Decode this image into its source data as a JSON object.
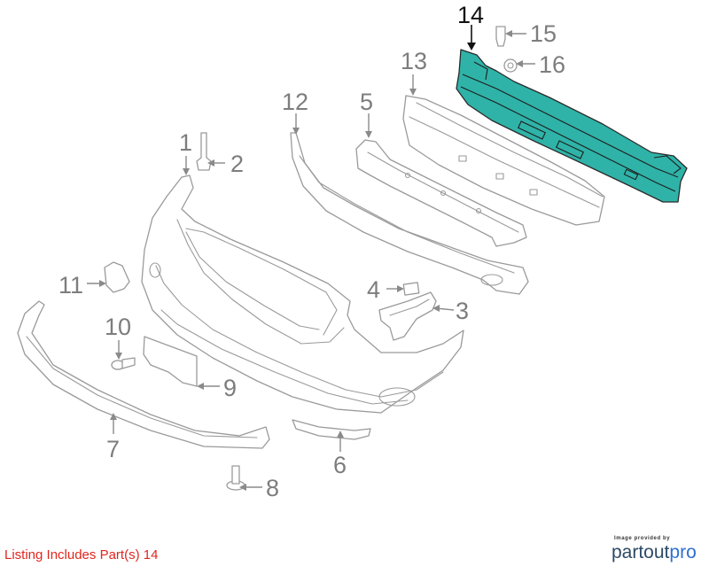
{
  "callouts": {
    "c1": "1",
    "c2": "2",
    "c3": "3",
    "c4": "4",
    "c5": "5",
    "c6": "6",
    "c7": "7",
    "c8": "8",
    "c9": "9",
    "c10": "10",
    "c11": "11",
    "c12": "12",
    "c13": "13",
    "c14": "14",
    "c15": "15",
    "c16": "16"
  },
  "highlighted_part": "14",
  "colors": {
    "highlight": "#2fb3a8",
    "listing_text": "#e0261d",
    "line_art": "#9a9a9a"
  },
  "footer": {
    "listing": "Listing Includes Part(s) 14",
    "credit_small": "Image provided by",
    "credit_logo_a": "partout",
    "credit_logo_b": "pro"
  }
}
